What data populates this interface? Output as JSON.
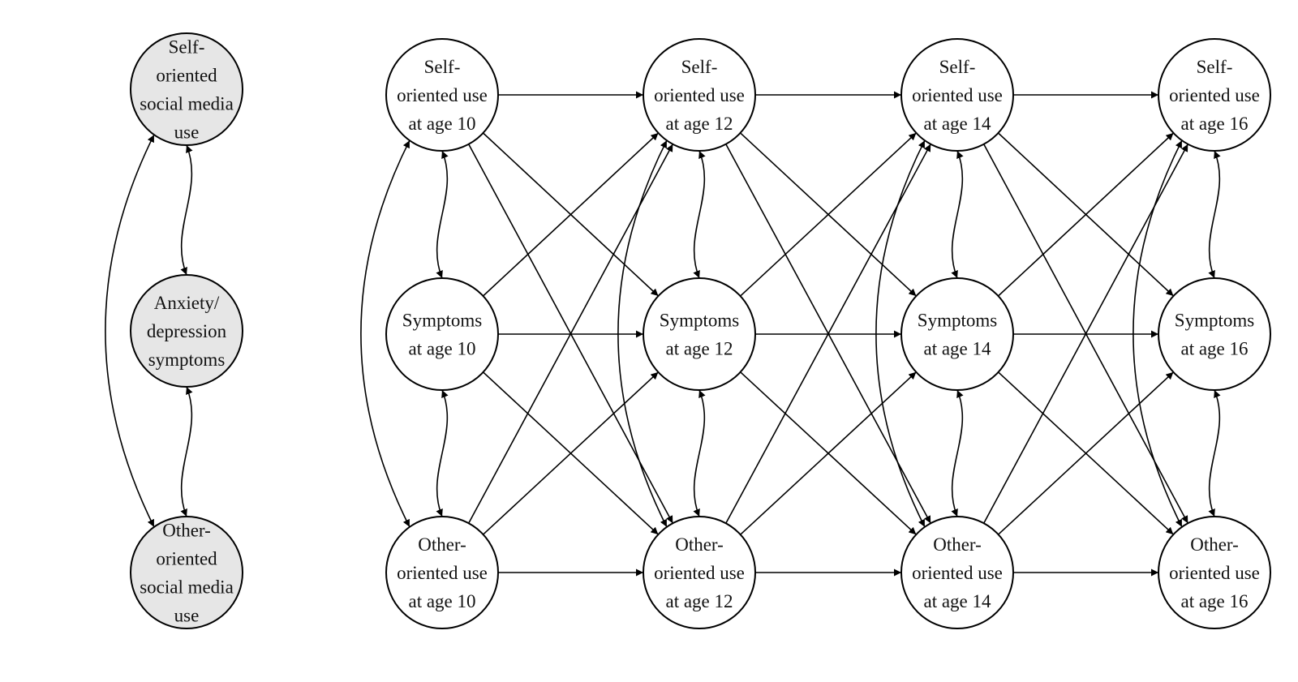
{
  "colors": {
    "stroke": "#000000",
    "latent_fill": "#e6e6e6",
    "observed_fill": "#ffffff"
  },
  "nodes": [
    {
      "id": "L_self",
      "lines": [
        "Self-",
        "oriented",
        "social media",
        "use"
      ],
      "fill": "#e6e6e6"
    },
    {
      "id": "L_anx",
      "lines": [
        "Anxiety/",
        "depression",
        "symptoms"
      ],
      "fill": "#e6e6e6"
    },
    {
      "id": "L_other",
      "lines": [
        "Other-",
        "oriented",
        "social media",
        "use"
      ],
      "fill": "#e6e6e6"
    },
    {
      "id": "S10",
      "lines": [
        "Self-",
        "oriented use",
        "at age 10"
      ],
      "fill": "#ffffff"
    },
    {
      "id": "S12",
      "lines": [
        "Self-",
        "oriented use",
        "at age 12"
      ],
      "fill": "#ffffff"
    },
    {
      "id": "S14",
      "lines": [
        "Self-",
        "oriented use",
        "at age 14"
      ],
      "fill": "#ffffff"
    },
    {
      "id": "S16",
      "lines": [
        "Self-",
        "oriented use",
        "at age 16"
      ],
      "fill": "#ffffff"
    },
    {
      "id": "Y10",
      "lines": [
        "Symptoms",
        "at age 10"
      ],
      "fill": "#ffffff"
    },
    {
      "id": "Y12",
      "lines": [
        "Symptoms",
        "at age 12"
      ],
      "fill": "#ffffff"
    },
    {
      "id": "Y14",
      "lines": [
        "Symptoms",
        "at age 14"
      ],
      "fill": "#ffffff"
    },
    {
      "id": "Y16",
      "lines": [
        "Symptoms",
        "at age 16"
      ],
      "fill": "#ffffff"
    },
    {
      "id": "O10",
      "lines": [
        "Other-",
        "oriented use",
        "at age 10"
      ],
      "fill": "#ffffff"
    },
    {
      "id": "O12",
      "lines": [
        "Other-",
        "oriented use",
        "at age 12"
      ],
      "fill": "#ffffff"
    },
    {
      "id": "O14",
      "lines": [
        "Other-",
        "oriented use",
        "at age 14"
      ],
      "fill": "#ffffff"
    },
    {
      "id": "O16",
      "lines": [
        "Other-",
        "oriented use",
        "at age 16"
      ],
      "fill": "#ffffff"
    }
  ],
  "edges": [
    {
      "from": "L_self",
      "to": "L_anx",
      "type": "covariance"
    },
    {
      "from": "L_anx",
      "to": "L_other",
      "type": "covariance"
    },
    {
      "from": "L_self",
      "to": "L_other",
      "type": "covariance"
    },
    {
      "from": "S10",
      "to": "Y10",
      "type": "covariance"
    },
    {
      "from": "Y10",
      "to": "O10",
      "type": "covariance"
    },
    {
      "from": "S10",
      "to": "O10",
      "type": "covariance"
    },
    {
      "from": "S12",
      "to": "Y12",
      "type": "covariance"
    },
    {
      "from": "Y12",
      "to": "O12",
      "type": "covariance"
    },
    {
      "from": "S12",
      "to": "O12",
      "type": "covariance"
    },
    {
      "from": "S14",
      "to": "Y14",
      "type": "covariance"
    },
    {
      "from": "Y14",
      "to": "O14",
      "type": "covariance"
    },
    {
      "from": "S14",
      "to": "O14",
      "type": "covariance"
    },
    {
      "from": "S16",
      "to": "Y16",
      "type": "covariance"
    },
    {
      "from": "Y16",
      "to": "O16",
      "type": "covariance"
    },
    {
      "from": "S16",
      "to": "O16",
      "type": "covariance"
    },
    {
      "from": "S10",
      "to": "S12",
      "type": "path"
    },
    {
      "from": "S10",
      "to": "Y12",
      "type": "path"
    },
    {
      "from": "S10",
      "to": "O12",
      "type": "path"
    },
    {
      "from": "Y10",
      "to": "S12",
      "type": "path"
    },
    {
      "from": "Y10",
      "to": "Y12",
      "type": "path"
    },
    {
      "from": "Y10",
      "to": "O12",
      "type": "path"
    },
    {
      "from": "O10",
      "to": "S12",
      "type": "path"
    },
    {
      "from": "O10",
      "to": "Y12",
      "type": "path"
    },
    {
      "from": "O10",
      "to": "O12",
      "type": "path"
    },
    {
      "from": "S12",
      "to": "S14",
      "type": "path"
    },
    {
      "from": "S12",
      "to": "Y14",
      "type": "path"
    },
    {
      "from": "S12",
      "to": "O14",
      "type": "path"
    },
    {
      "from": "Y12",
      "to": "S14",
      "type": "path"
    },
    {
      "from": "Y12",
      "to": "Y14",
      "type": "path"
    },
    {
      "from": "Y12",
      "to": "O14",
      "type": "path"
    },
    {
      "from": "O12",
      "to": "S14",
      "type": "path"
    },
    {
      "from": "O12",
      "to": "Y14",
      "type": "path"
    },
    {
      "from": "O12",
      "to": "O14",
      "type": "path"
    },
    {
      "from": "S14",
      "to": "S16",
      "type": "path"
    },
    {
      "from": "S14",
      "to": "Y16",
      "type": "path"
    },
    {
      "from": "S14",
      "to": "O16",
      "type": "path"
    },
    {
      "from": "Y14",
      "to": "S16",
      "type": "path"
    },
    {
      "from": "Y14",
      "to": "Y16",
      "type": "path"
    },
    {
      "from": "Y14",
      "to": "O16",
      "type": "path"
    },
    {
      "from": "O14",
      "to": "S16",
      "type": "path"
    },
    {
      "from": "O14",
      "to": "Y16",
      "type": "path"
    },
    {
      "from": "O14",
      "to": "O16",
      "type": "path"
    }
  ]
}
